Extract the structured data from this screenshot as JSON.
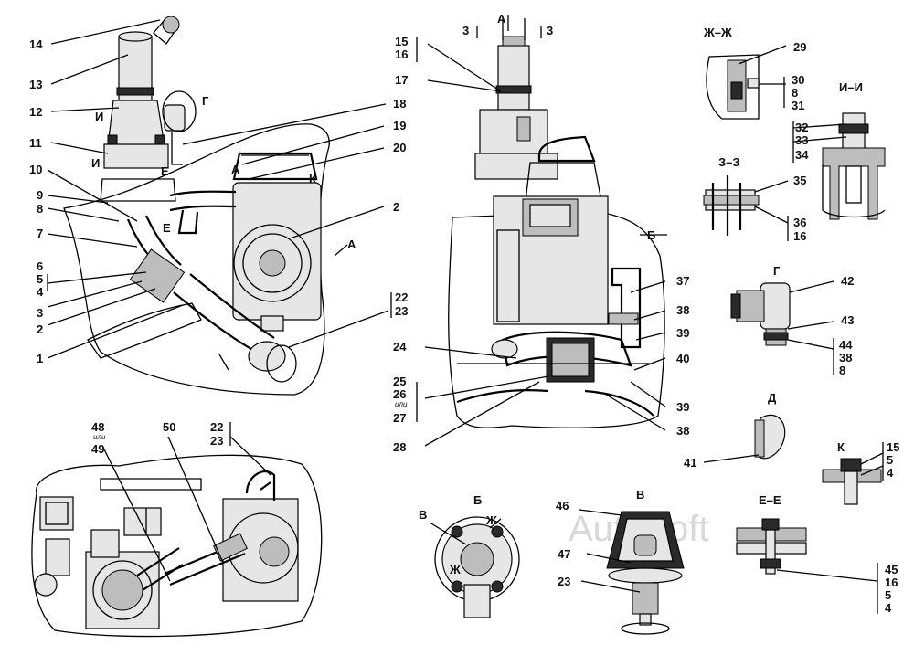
{
  "watermark": "AutoSoft",
  "callouts": {
    "c1": "1",
    "c2": "2",
    "c3": "3",
    "c4": "4",
    "c5": "5",
    "c6": "6",
    "c7": "7",
    "c8": "8",
    "c9": "9",
    "c10": "10",
    "c11": "11",
    "c12": "12",
    "c13": "13",
    "c14": "14",
    "c15": "15",
    "c16": "16",
    "c17": "17",
    "c18": "18",
    "c19": "19",
    "c20": "20",
    "c22": "22",
    "c23": "23",
    "c24": "24",
    "c25": "25",
    "c26": "26",
    "c27": "27",
    "c28": "28",
    "c29": "29",
    "c30": "30",
    "c31": "31",
    "c32": "32",
    "c33": "33",
    "c34": "34",
    "c35": "35",
    "c36": "36",
    "c37": "37",
    "c38": "38",
    "c39": "39",
    "c40": "40",
    "c41": "41",
    "c42": "42",
    "c43": "43",
    "c44": "44",
    "c45": "45",
    "c46": "46",
    "c47": "47",
    "c48": "48",
    "c49": "49",
    "c50": "50"
  },
  "section_marks": {
    "A": "А",
    "B": "Б",
    "V": "В",
    "G": "Г",
    "D": "Д",
    "E": "Е",
    "Zh": "Ж",
    "K": "К",
    "I": "И",
    "three": "3"
  },
  "section_titles": {
    "zh_zh": "Ж–Ж",
    "i_i": "И–И",
    "z_z": "З–З",
    "e_e": "Е–Е",
    "g": "Г",
    "d": "Д",
    "k": "К",
    "b": "Б",
    "v": "В"
  },
  "word_ili": "или"
}
